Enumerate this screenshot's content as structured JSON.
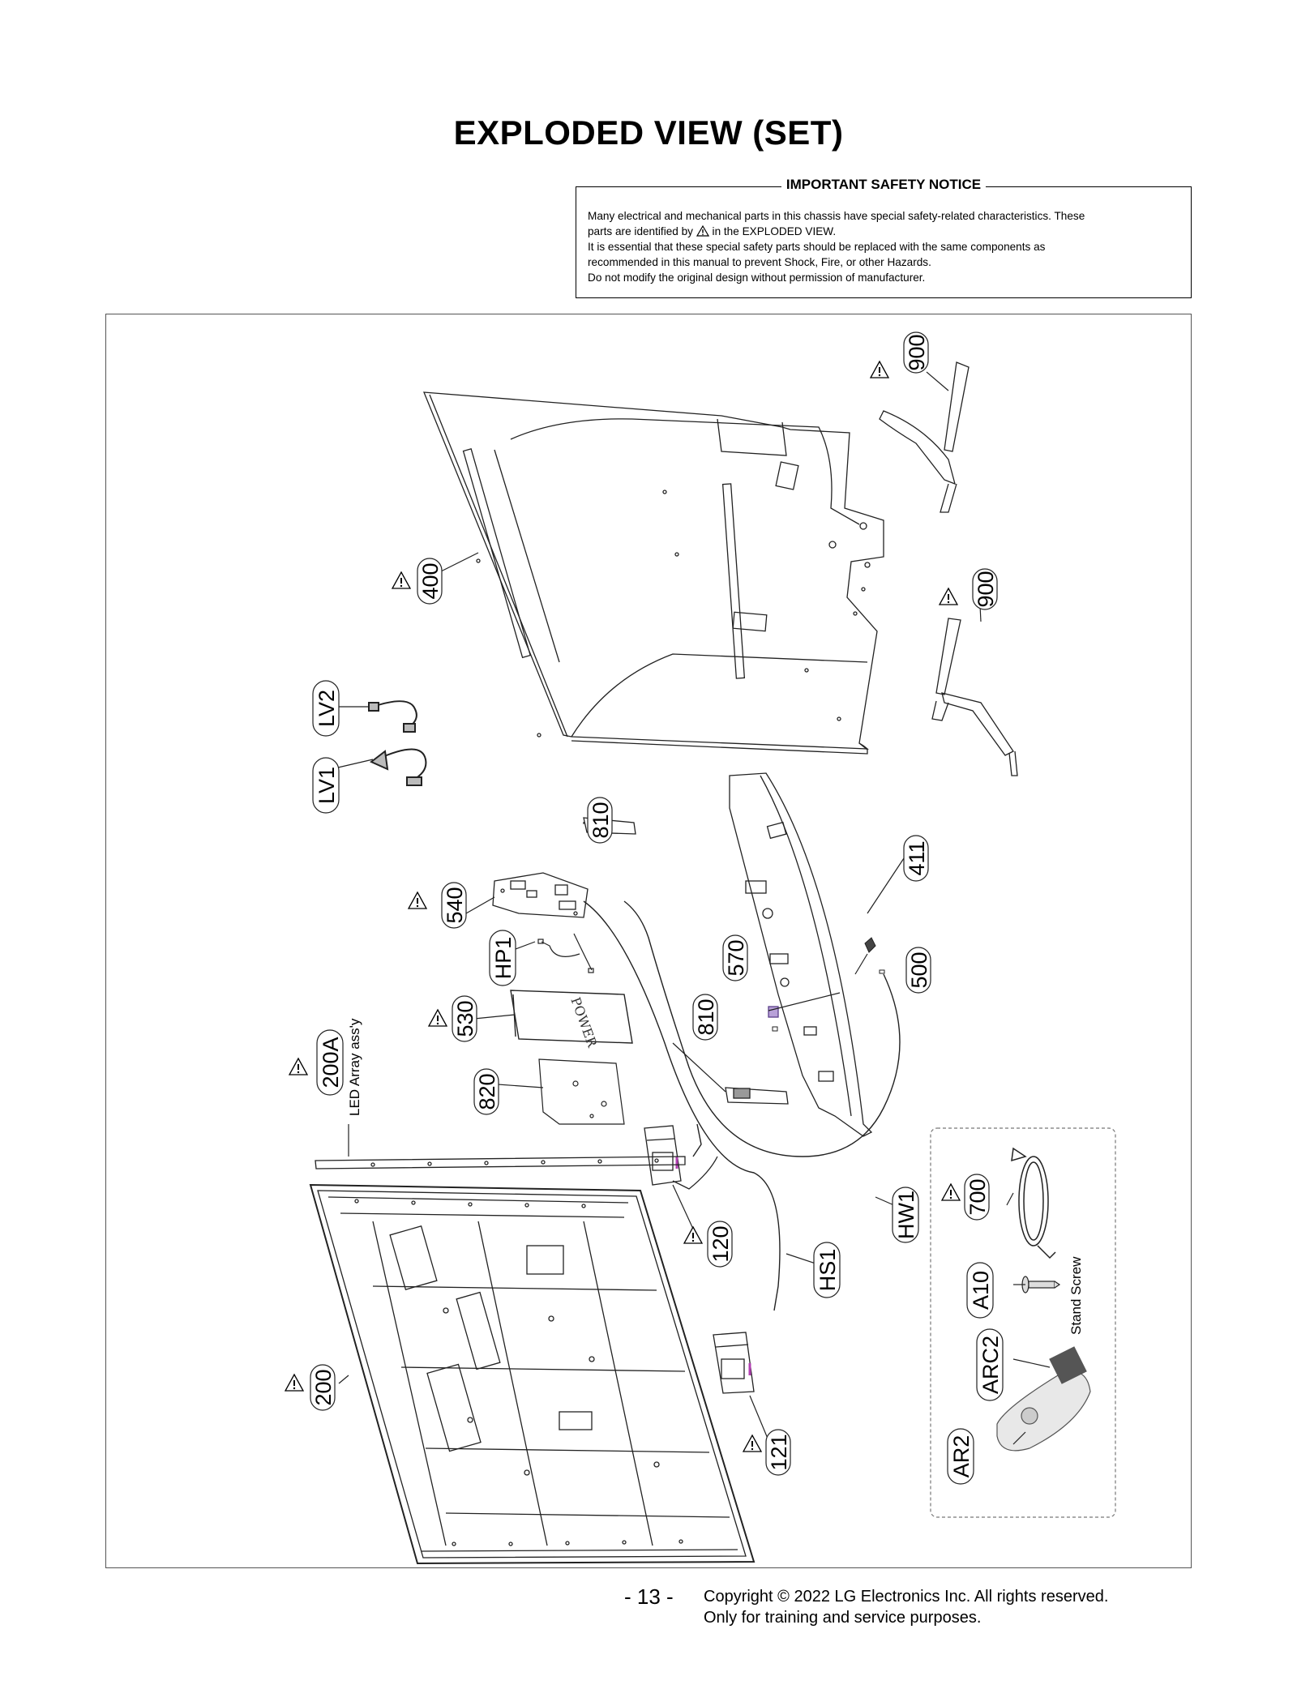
{
  "title": "EXPLODED VIEW (SET)",
  "notice": {
    "heading": "IMPORTANT SAFETY NOTICE",
    "line1": "Many electrical and mechanical parts in this chassis have special safety-related characteristics. These",
    "line2_pre": "parts are identified by",
    "line2_post": "in the EXPLODED VIEW.",
    "line3": "It is essential that these special safety parts should be replaced with the same components as",
    "line4": "recommended in this manual to prevent Shock, Fire, or other Hazards.",
    "line5": "Do not modify the original design without permission of manufacturer."
  },
  "callouts": {
    "p900a": "900",
    "p900b": "900",
    "p400": "400",
    "lv2": "LV2",
    "lv1": "LV1",
    "p810a": "810",
    "p411": "411",
    "p540": "540",
    "hp1": "HP1",
    "p570": "570",
    "p500": "500",
    "p530": "530",
    "p810b": "810",
    "p200a": "200A",
    "p820": "820",
    "p700": "700",
    "hw1": "HW1",
    "p120": "120",
    "hs1": "HS1",
    "a10": "A10",
    "p200": "200",
    "arc2": "ARC2",
    "p121": "121",
    "ar2": "AR2"
  },
  "labels": {
    "led_array": "LED Array ass'y",
    "stand_screw": "Stand Screw",
    "power": "POWER"
  },
  "footer": {
    "page": "- 13 -",
    "copyright": "Copyright © 2022 LG Electronics Inc. All rights reserved.",
    "purpose": "Only for training and service purposes."
  }
}
